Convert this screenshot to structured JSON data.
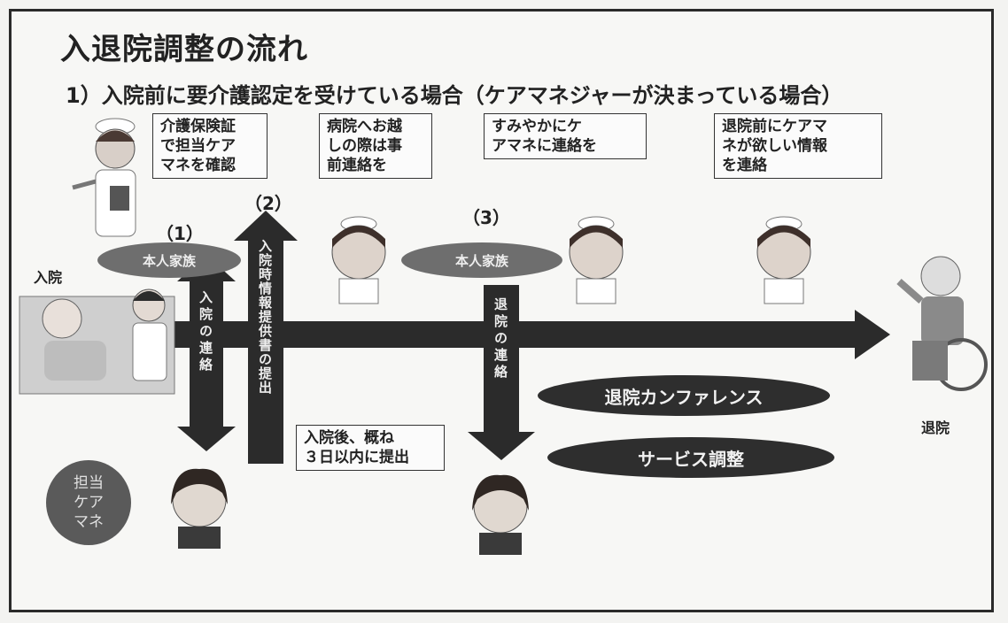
{
  "title": "入退院調整の流れ",
  "subtitle": "1）入院前に要介護認定を受けている場合（ケアマネジャーが決まっている場合）",
  "notes": {
    "n1": "介護保険証\nで担当ケア\nマネを確認",
    "n2": "病院へお越\nしの際は事\n前連絡を",
    "n3": "すみやかにケ\nアマネに連絡を",
    "n4": "退院前にケアマ\nネが欲しい情報\nを連絡",
    "n5": "入院後、概ね\n３日以内に提出"
  },
  "steps": {
    "s1": "（1）",
    "s2": "（2）",
    "s3": "（3）"
  },
  "ovals": {
    "family_left": "本人家族",
    "family_right": "本人家族",
    "conference": "退院カンファレンス",
    "service": "サービス調整"
  },
  "vertical": {
    "contact_admit": "入院の連絡",
    "info_sheet": "入院時情報提供書の提出",
    "contact_discharge": "退院の連絡"
  },
  "labels": {
    "admission": "入院",
    "discharge": "退院"
  },
  "care_manager": "担当\nケア\nマネ",
  "colors": {
    "arrow": "#2b2b2b",
    "oval_light": "#6e6e6e",
    "oval_dark": "#2e2e2e",
    "circle": "#5a5a5a"
  },
  "icons": [
    "nurse-icon",
    "doctor-icon",
    "patient-in-bed-icon",
    "wheelchair-patient-icon",
    "care-manager-icon"
  ]
}
